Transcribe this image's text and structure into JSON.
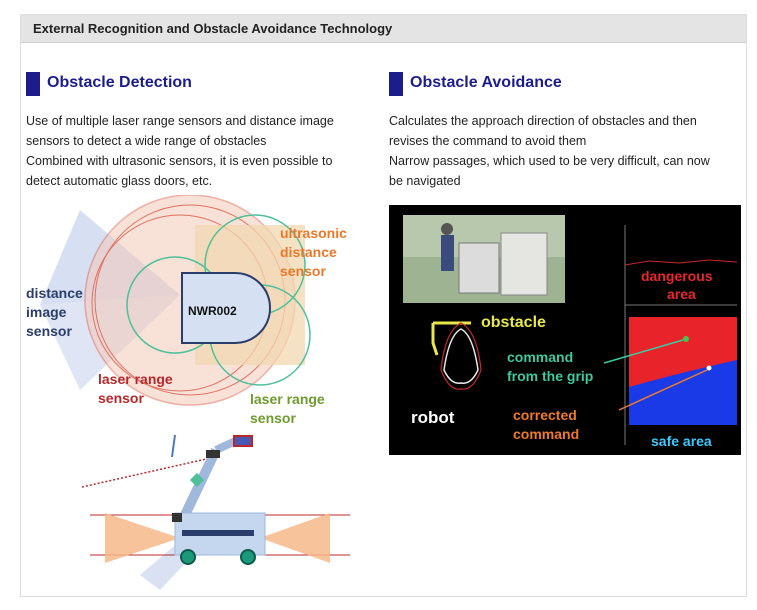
{
  "header": {
    "title": "External Recognition and Obstacle Avoidance Technology"
  },
  "left": {
    "heading": "Obstacle Detection",
    "lines": [
      "Use of multiple laser range sensors and distance image",
      "sensors to detect a wide range of obstacles",
      "Combined with ultrasonic sensors, it is even possible to",
      "detect automatic glass doors, etc."
    ],
    "figure": {
      "robot_label": "NWR002",
      "ultrasonic_label": [
        "ultrasonic",
        "distance",
        "sensor"
      ],
      "distance_image_label": [
        "distance",
        "image",
        "sensor"
      ],
      "laser_left_label": [
        "laser range",
        "sensor"
      ],
      "laser_right_label": [
        "laser range",
        "sensor"
      ]
    }
  },
  "right": {
    "heading": "Obstacle Avoidance",
    "lines": [
      "Calculates the approach direction of obstacles and then",
      "revises the command to avoid them",
      "Narrow passages, which used to be very difficult, can now",
      "be navigated"
    ],
    "figure": {
      "obstacle_label": "obstacle",
      "robot_label": "robot",
      "command_label": [
        "command",
        "from the grip"
      ],
      "corrected_label": [
        "corrected",
        "command"
      ],
      "dangerous_label": [
        "dangerous",
        "area"
      ],
      "safe_label": "safe area"
    }
  },
  "colors": {
    "heading": "#1c1c8c",
    "ultrasonic": "#e8782a",
    "laser_left": "#b8282a",
    "laser_right": "#6f9a2e",
    "distance": "#2a3d6b"
  }
}
